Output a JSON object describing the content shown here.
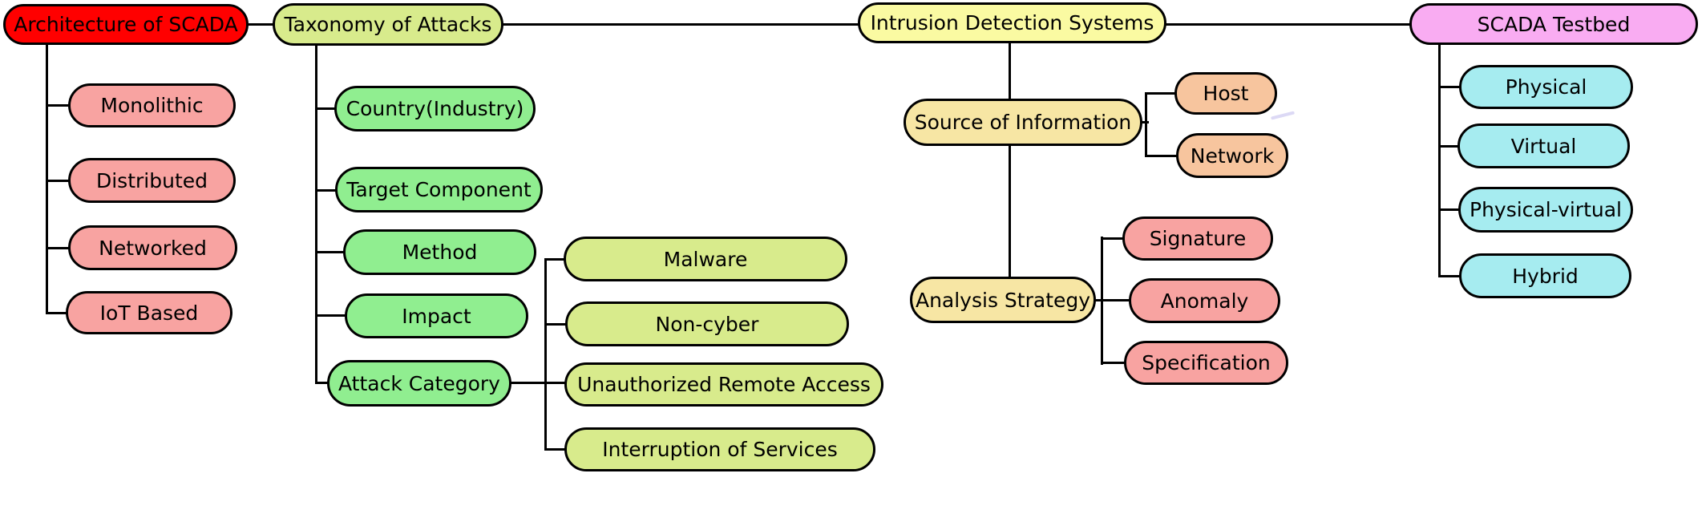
{
  "diagram": {
    "type": "mindmap-taxonomy",
    "nodes": {
      "architecture": {
        "label": "Architecture of SCADA",
        "color": "#FF0000"
      },
      "monolithic": {
        "label": "Monolithic",
        "color": "#F8A3A1"
      },
      "distributed": {
        "label": "Distributed",
        "color": "#F8A3A1"
      },
      "networked": {
        "label": "Networked",
        "color": "#F8A3A1"
      },
      "iot_based": {
        "label": "IoT Based",
        "color": "#F8A3A1"
      },
      "taxonomy": {
        "label": "Taxonomy of Attacks",
        "color": "#D8EB8C"
      },
      "country": {
        "label": "Country(Industry)",
        "color": "#90EE90"
      },
      "target_component": {
        "label": "Target Component",
        "color": "#90EE90"
      },
      "method": {
        "label": "Method",
        "color": "#90EE90"
      },
      "impact": {
        "label": "Impact",
        "color": "#90EE90"
      },
      "attack_category": {
        "label": "Attack Category",
        "color": "#90EE90"
      },
      "malware": {
        "label": "Malware",
        "color": "#D8EB8C"
      },
      "non_cyber": {
        "label": "Non-cyber",
        "color": "#D8EB8C"
      },
      "unauthorized": {
        "label": "Unauthorized Remote Access",
        "color": "#D8EB8C"
      },
      "interruption": {
        "label": "Interruption of Services",
        "color": "#D8EB8C"
      },
      "ids": {
        "label": "Intrusion Detection Systems",
        "color": "#FAFAA2"
      },
      "source_info": {
        "label": "Source of Information",
        "color": "#F7E6A4"
      },
      "host": {
        "label": "Host",
        "color": "#F7C59E"
      },
      "network": {
        "label": "Network",
        "color": "#F7C59E"
      },
      "analysis": {
        "label": "Analysis Strategy",
        "color": "#F7E6A4"
      },
      "signature": {
        "label": "Signature",
        "color": "#F8A3A1"
      },
      "anomaly": {
        "label": "Anomaly",
        "color": "#F8A3A1"
      },
      "specification": {
        "label": "Specification",
        "color": "#F8A3A1"
      },
      "testbed": {
        "label": "SCADA Testbed",
        "color": "#F9ACF2"
      },
      "physical": {
        "label": "Physical",
        "color": "#A6ECF0"
      },
      "virtual": {
        "label": "Virtual",
        "color": "#A6ECF0"
      },
      "physical_virtual": {
        "label": "Physical-virtual",
        "color": "#A6ECF0"
      },
      "hybrid": {
        "label": "Hybrid",
        "color": "#A6ECF0"
      }
    },
    "hierarchy": {
      "root_row": [
        "architecture",
        "taxonomy",
        "ids",
        "testbed"
      ],
      "children": {
        "architecture": [
          "monolithic",
          "distributed",
          "networked",
          "iot_based"
        ],
        "taxonomy": [
          "country",
          "target_component",
          "method",
          "impact",
          "attack_category"
        ],
        "attack_category": [
          "malware",
          "non_cyber",
          "unauthorized",
          "interruption"
        ],
        "ids": [
          "source_info",
          "analysis"
        ],
        "source_info": [
          "host",
          "network"
        ],
        "analysis": [
          "signature",
          "anomaly",
          "specification"
        ],
        "testbed": [
          "physical",
          "virtual",
          "physical_virtual",
          "hybrid"
        ]
      }
    },
    "line_color": "#000000",
    "background_color": "#FFFFFF"
  }
}
